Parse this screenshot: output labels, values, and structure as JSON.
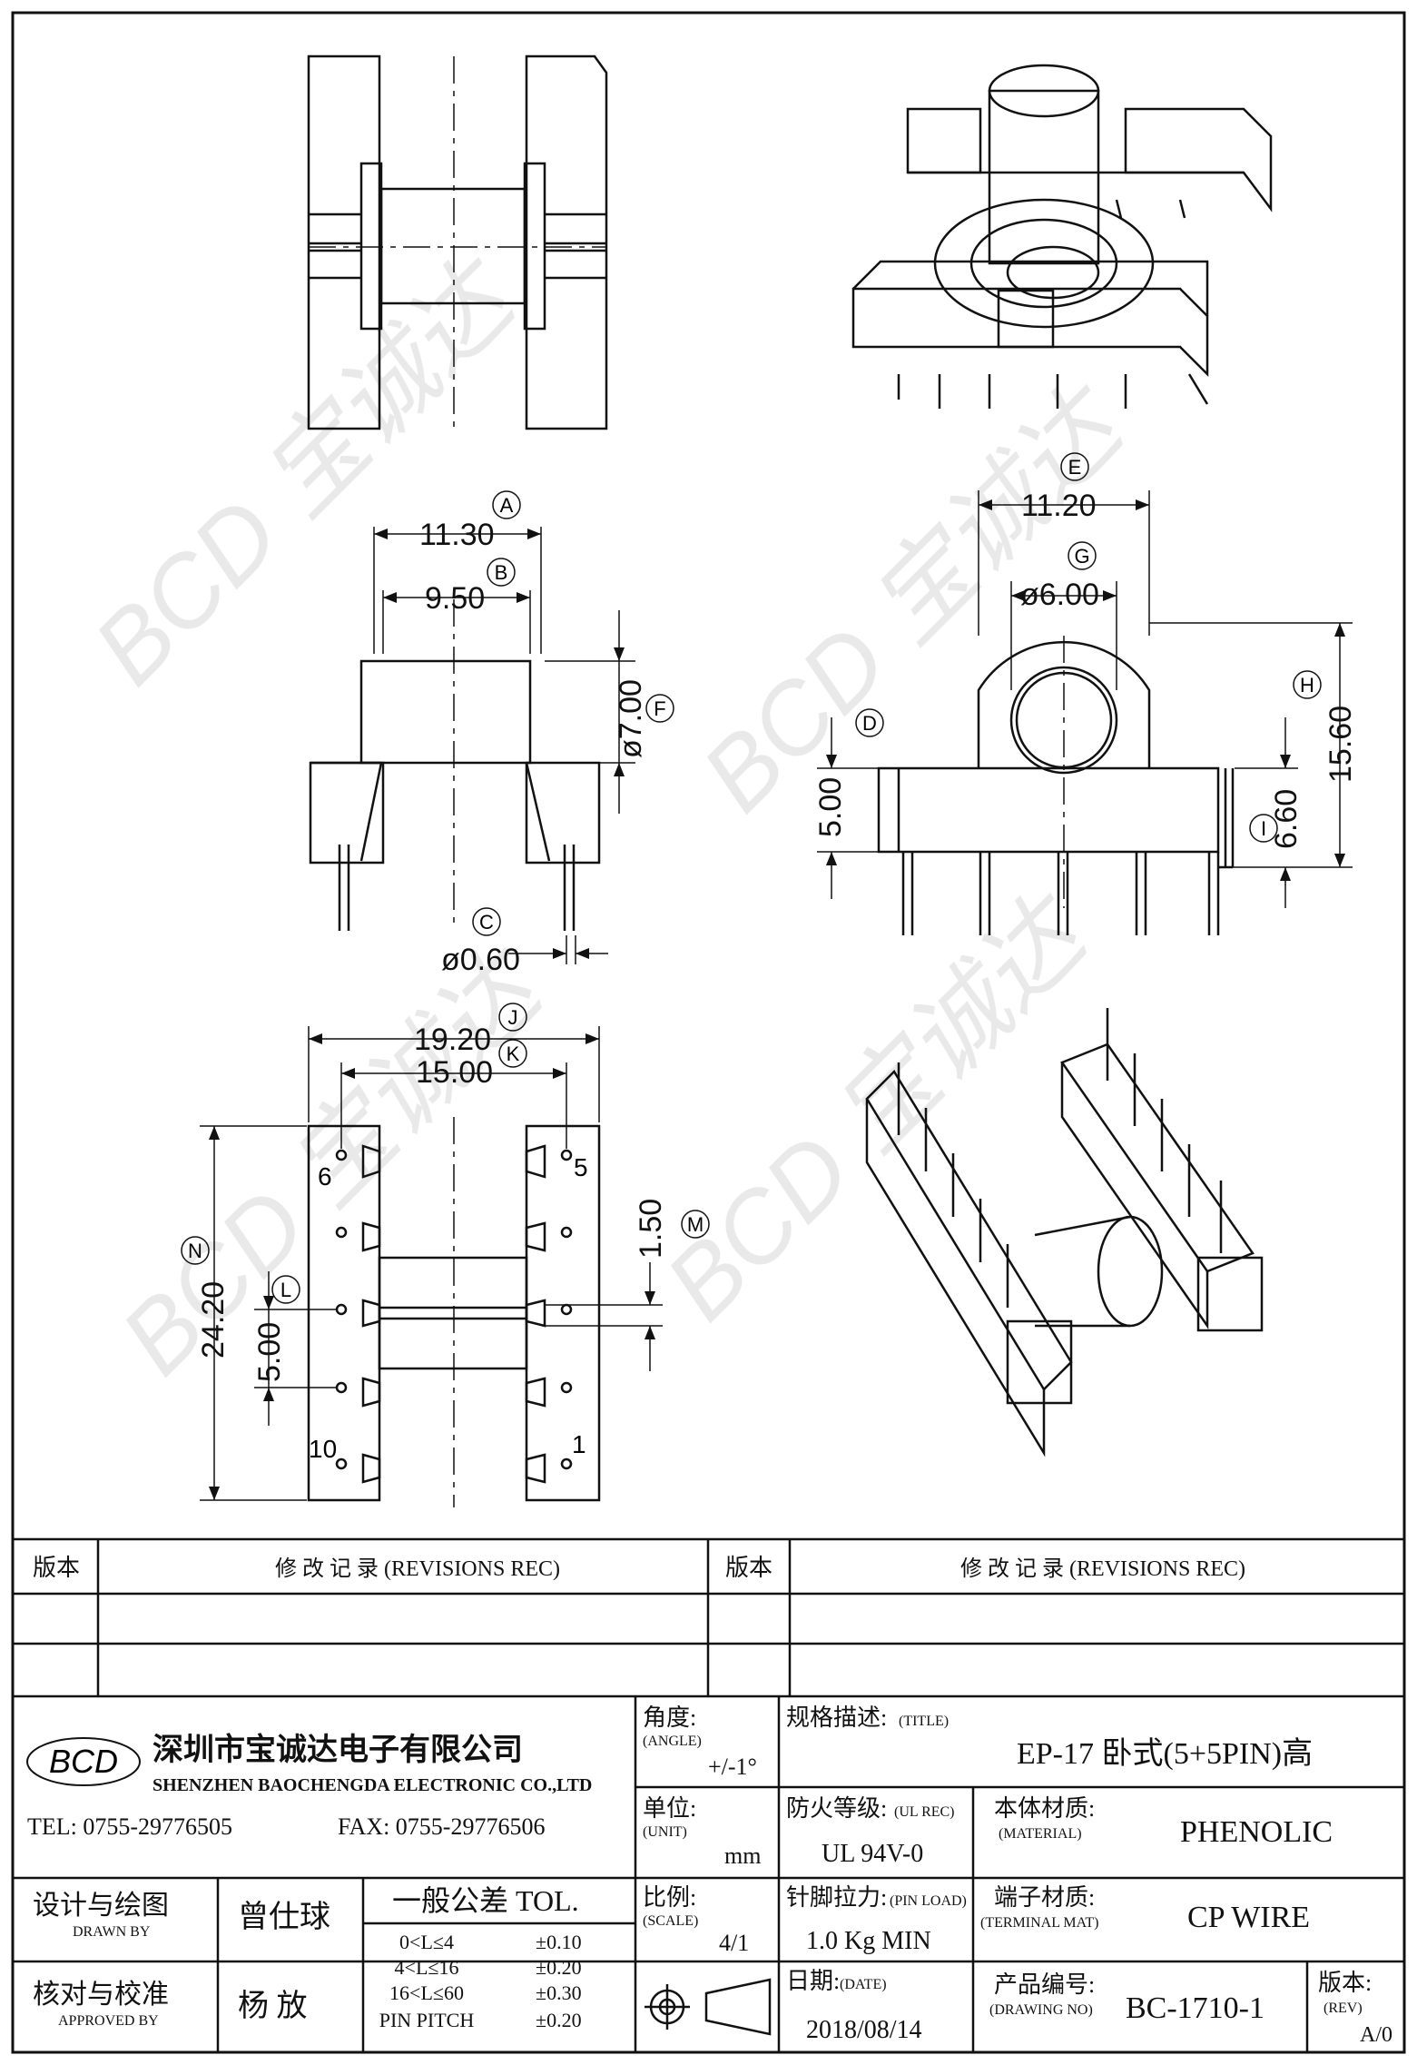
{
  "dimensions": {
    "A": {
      "tag": "A",
      "value": "11.30"
    },
    "B": {
      "tag": "B",
      "value": "9.50"
    },
    "C": {
      "tag": "C",
      "value": "ø0.60"
    },
    "D": {
      "tag": "D",
      "value": "5.00"
    },
    "E": {
      "tag": "E",
      "value": "11.20"
    },
    "F": {
      "tag": "F",
      "value": "ø7.00"
    },
    "G": {
      "tag": "G",
      "value": "ø6.00"
    },
    "H": {
      "tag": "H",
      "value": "15.60"
    },
    "I": {
      "tag": "I",
      "value": "6.60"
    },
    "J": {
      "tag": "J",
      "value": "19.20"
    },
    "K": {
      "tag": "K",
      "value": "15.00"
    },
    "L": {
      "tag": "L",
      "value": "5.00"
    },
    "M": {
      "tag": "M",
      "value": "1.50"
    },
    "N": {
      "tag": "N",
      "value": "24.20"
    }
  },
  "pin_labels": {
    "p6": "6",
    "p5": "5",
    "p10": "10",
    "p1": "1"
  },
  "revisions": {
    "left_version": "版本",
    "left_record": "修 改 记 录 (REVISIONS REC)",
    "right_version": "版本",
    "right_record": "修 改 记 录 (REVISIONS REC)"
  },
  "company": {
    "logo": "BCD",
    "name_cn": "深圳市宝诚达电子有限公司",
    "name_en": "SHENZHEN BAOCHENGDA ELECTRONIC CO.,LTD",
    "tel": "TEL: 0755-29776505",
    "fax": "FAX: 0755-29776506"
  },
  "titleblock": {
    "angle_label": "角度:",
    "angle_sub": "(ANGLE)",
    "angle_value": "+/-1°",
    "title_label": "规格描述:",
    "title_sub": "(TITLE)",
    "title_value": "EP-17 卧式(5+5PIN)高",
    "unit_label": "单位:",
    "unit_sub": "(UNIT)",
    "unit_value": "mm",
    "fire_label": "防火等级:",
    "fire_sub": "(UL REC)",
    "fire_value": "UL 94V-0",
    "material_label": "本体材质:",
    "material_sub": "(MATERIAL)",
    "material_value": "PHENOLIC",
    "scale_label": "比例:",
    "scale_sub": "(SCALE)",
    "scale_value": "4/1",
    "pinload_label": "针脚拉力:",
    "pinload_sub": "(PIN LOAD)",
    "pinload_value": "1.0 Kg MIN",
    "termmat_label": "端子材质:",
    "termmat_sub": "(TERMINAL MAT)",
    "termmat_value": "CP WIRE",
    "date_label": "日期:",
    "date_sub": "(DATE)",
    "date_value": "2018/08/14",
    "drawno_label": "产品编号:",
    "drawno_sub": "(DRAWING NO)",
    "drawno_value": "BC-1710-1",
    "rev_label": "版本:",
    "rev_sub": "(REV)",
    "rev_value": "A/0",
    "design_label": "设计与绘图",
    "design_sub": "DRAWN BY",
    "design_name": "曾仕球",
    "approve_label": "核对与校准",
    "approve_sub": "APPROVED BY",
    "approve_name": "杨 放",
    "tol_title": "一般公差 TOL.",
    "tol_rows": [
      {
        "range": "0<L≤4",
        "tol": "±0.10"
      },
      {
        "range": "4<L≤16",
        "tol": "±0.20"
      },
      {
        "range": "16<L≤60",
        "tol": "±0.30"
      },
      {
        "range": "PIN PITCH",
        "tol": "±0.20"
      }
    ]
  }
}
